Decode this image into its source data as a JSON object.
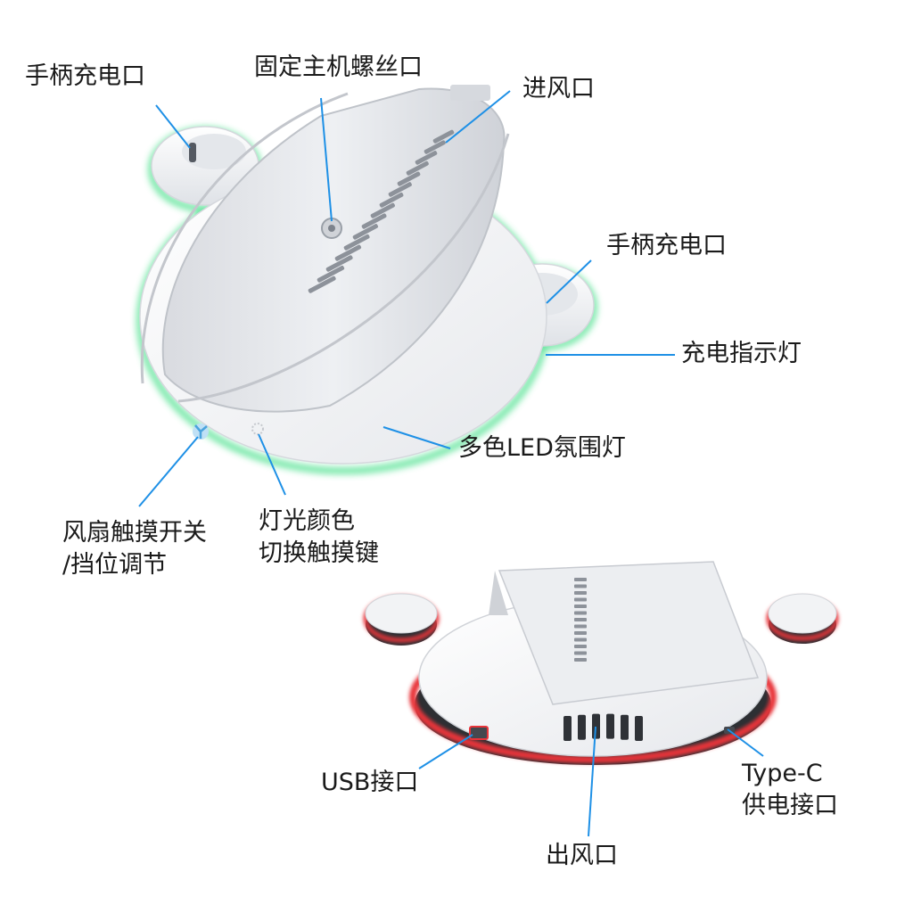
{
  "labels": {
    "controller_port_left": "手柄充电口",
    "console_screw_hole": "固定主机螺丝口",
    "air_inlet": "进风口",
    "controller_port_right": "手柄充电口",
    "charge_indicator": "充电指示灯",
    "rgb_ambient_light": "多色LED氛围灯",
    "fan_switch": [
      "风扇触摸开关",
      "/挡位调节"
    ],
    "light_color_switch": [
      "灯光颜色",
      "切换触摸键"
    ],
    "usb_port": "USB接口",
    "air_outlet": "出风口",
    "typec_power": [
      "Type-C",
      "供电接口"
    ]
  },
  "colors": {
    "leader_line": "#1e90e6",
    "glow_green": "#47e08a",
    "glow_red": "#e8343a",
    "body_white": "#f2f3f5",
    "body_shadow": "#c9ccd2"
  }
}
